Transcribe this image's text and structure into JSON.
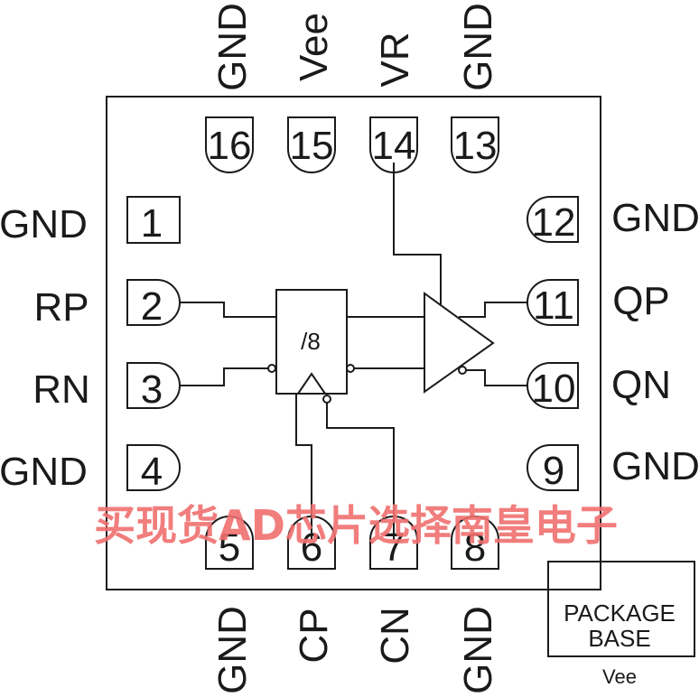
{
  "pins": {
    "p1": {
      "num": "1",
      "name": "GND"
    },
    "p2": {
      "num": "2",
      "name": "RP"
    },
    "p3": {
      "num": "3",
      "name": "RN"
    },
    "p4": {
      "num": "4",
      "name": "GND"
    },
    "p5": {
      "num": "5",
      "name": "GND"
    },
    "p6": {
      "num": "6",
      "name": "CP"
    },
    "p7": {
      "num": "7",
      "name": "CN"
    },
    "p8": {
      "num": "8",
      "name": "GND"
    },
    "p9": {
      "num": "9",
      "name": "GND"
    },
    "p10": {
      "num": "10",
      "name": "QN"
    },
    "p11": {
      "num": "11",
      "name": "QP"
    },
    "p12": {
      "num": "12",
      "name": "GND"
    },
    "p13": {
      "num": "13",
      "name": "GND"
    },
    "p14": {
      "num": "14",
      "name": "VR"
    },
    "p15": {
      "num": "15",
      "name": "Vee"
    },
    "p16": {
      "num": "16",
      "name": "GND"
    }
  },
  "divider": {
    "label": "/8"
  },
  "package_base": {
    "line1": "PACKAGE",
    "line2": "BASE",
    "pin": "Vee"
  },
  "watermark": "买现货AD芯片选择南皇电子"
}
